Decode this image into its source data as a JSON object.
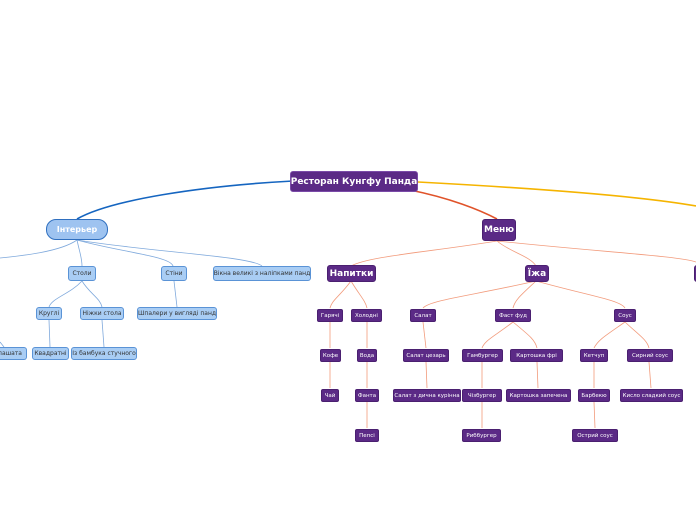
{
  "colors": {
    "interior": "#1565c0",
    "menu": "#e0532a",
    "right": "#f5b400",
    "menu_light": "#f29b7c",
    "interior_light": "#7fa9dc"
  },
  "root": {
    "label": "Ресторан Кунгфу Панда"
  },
  "interior": {
    "label": "Інтерьер",
    "tables": "Столи",
    "walls": "Стіни",
    "windows": "Вікна великі з наліпками панд",
    "round": "Круглі",
    "legs": "Ніжки стола",
    "wallpaper": "Шпалери у вигляді панд",
    "square": "Квадратні",
    "bamboo": "Із бамбука стучного",
    "cut_off_label": "пашата"
  },
  "menu": {
    "label": "Меню",
    "drinks": {
      "label": "Напитки",
      "hot": "Гарячі",
      "cold": "Холодні",
      "coffee": "Кофе",
      "tea": "Чай",
      "water": "Вода",
      "fanta": "Фанта",
      "pepsi": "Пепсі"
    },
    "food": {
      "label": "Їжа",
      "salad": "Салат",
      "fastfood": "Фаст фуд",
      "sauce": "Соус",
      "caesar": "Салат цезарь",
      "chicken_salad": "Салат з дична курінна",
      "hamburger": "Гамбургер",
      "fries": "Картошка фрі",
      "cheeseburger": "Чізбургер",
      "baked_potato": "Картошка запечена",
      "fishburger": "Риббургер",
      "ketchup": "Кетчуп",
      "cheese_sauce": "Сирний соус",
      "bbq": "Барбекю",
      "sweet_sour": "Кисло сладкий соус",
      "spicy": "Острий соус"
    }
  }
}
